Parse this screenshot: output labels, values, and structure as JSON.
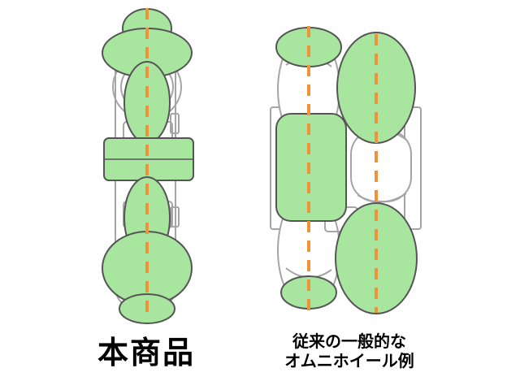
{
  "captions": {
    "product": "本商品",
    "conventional_line1": "従来の一般的な",
    "conventional_line2": "オムニホイール例"
  },
  "colors": {
    "roller_fill": "#a8e6a0",
    "roller_stroke": "#555555",
    "frame_stroke": "#a5a5a5",
    "frame_fill": "#ffffff",
    "axis_line": "#f0923a",
    "text": "#000000"
  },
  "icons": {
    "axis": "dashed-axis-line",
    "roller": "roller-ellipse"
  }
}
